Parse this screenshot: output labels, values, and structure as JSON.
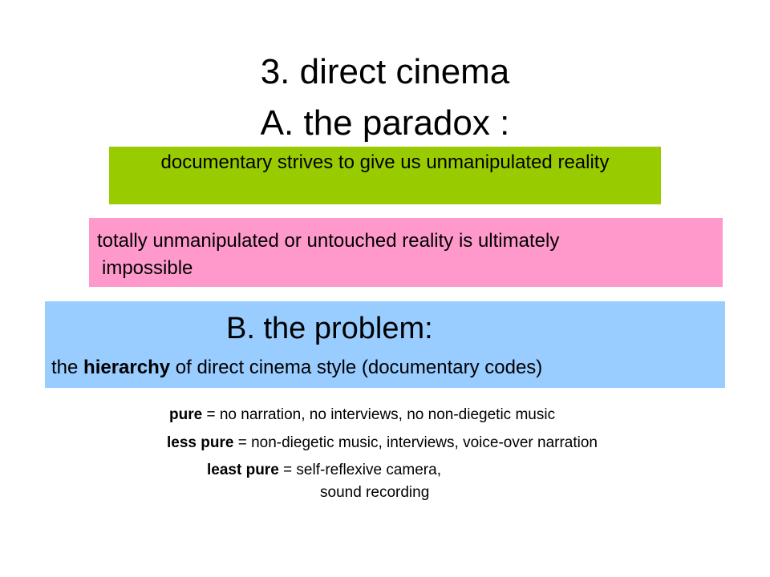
{
  "title": {
    "line1": "3. direct cinema",
    "line2": "A. the paradox :"
  },
  "colors": {
    "green_box": "#99cc00",
    "pink_box": "#ff99cc",
    "blue_box": "#99ccff"
  },
  "paradox": {
    "statement1": "documentary strives to give us unmanipulated reality",
    "statement2_line1": "totally unmanipulated or untouched reality is ultimately",
    "statement2_line2": "impossible"
  },
  "problem": {
    "heading": "B. the problem:",
    "sub_prefix": "the ",
    "sub_bold": "hierarchy",
    "sub_suffix": " of direct cinema style (documentary codes)"
  },
  "hierarchy": {
    "pure_term": "pure",
    "pure_def": " = no narration, no interviews, no non-diegetic music",
    "less_pure_term": "less pure",
    "less_pure_def": " = non-diegetic music, interviews, voice-over narration",
    "least_pure_term": "least pure",
    "least_pure_def": " = self-reflexive camera,",
    "least_pure_def_line2": "sound recording"
  }
}
